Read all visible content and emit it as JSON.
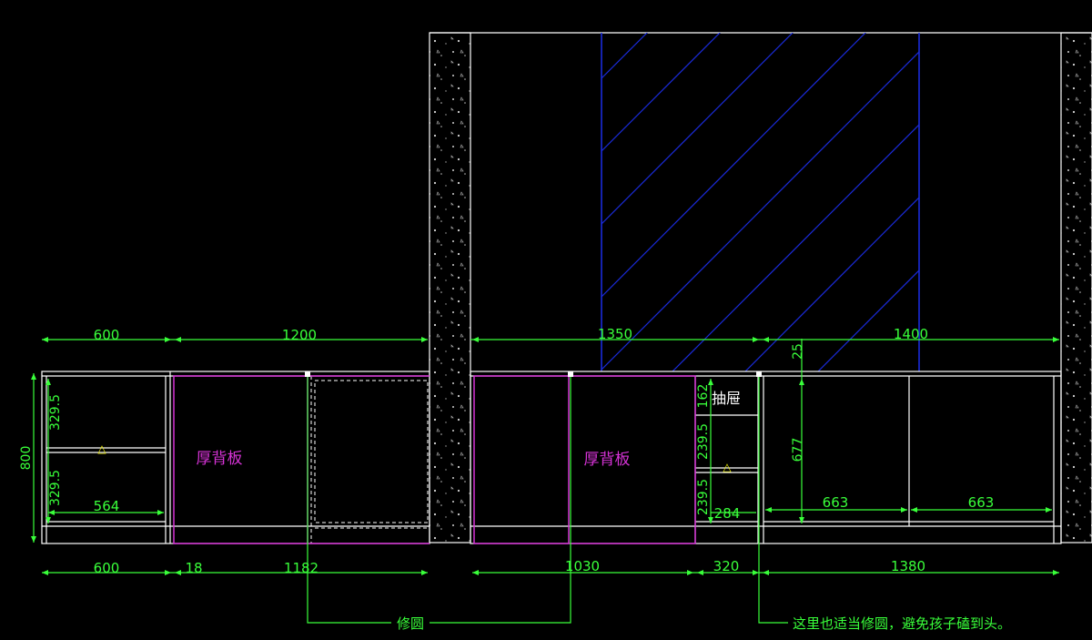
{
  "colors": {
    "background": "#000000",
    "outline": "#ffffff",
    "dimension": "#39ff3a",
    "panel": "#d633d6",
    "hatch": "#1a2bd9",
    "marker": "#e8e800"
  },
  "top_dims": {
    "d600": "600",
    "d1200": "1200",
    "d1350": "1350",
    "d1400": "1400"
  },
  "bottom_dims": {
    "d600": "600",
    "d18": "18",
    "d1182": "1182",
    "d1030": "1030",
    "d320": "320",
    "d1380": "1380"
  },
  "vert_dims": {
    "h800": "800",
    "left_upper": "329.5",
    "left_lower": "329.5",
    "drawer": "162",
    "mid_upper": "239.5",
    "mid_lower": "239.5",
    "right_gap": "25",
    "right_height": "677"
  },
  "inner_dims": {
    "left_width": "564",
    "mid_width": "284",
    "right_a": "663",
    "right_b": "663"
  },
  "labels": {
    "panel_left": "厚背板",
    "panel_right": "厚背板",
    "drawer": "抽屉",
    "round_note": "修圆",
    "right_note": "这里也适当修圆，避免孩子磕到头。"
  },
  "markers": {
    "triangle": "△"
  }
}
